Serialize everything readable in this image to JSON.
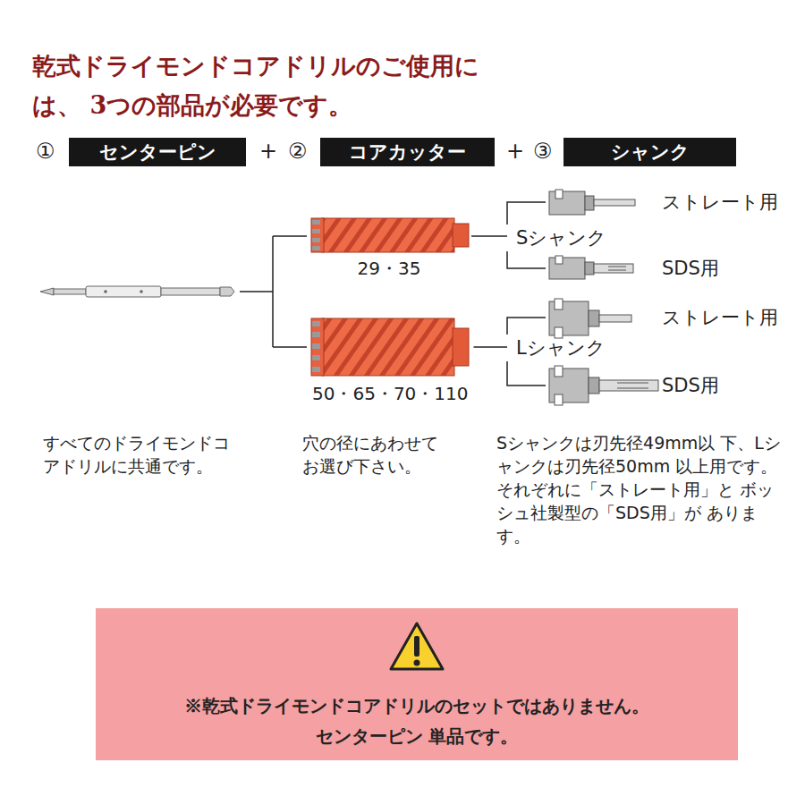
{
  "diagram": {
    "title": "乾式ドライモンドコアドリルのご使用には、 3つの部品が必要です。",
    "nodes": [
      {
        "text": [
          "センターピン"
        ]
      },
      {
        "text": [
          "コアカッター"
        ]
      },
      {
        "text": [
          "シャンク"
        ]
      },
      {
        "text": [
          "29・35"
        ]
      },
      {
        "text": [
          "Sシャンク"
        ]
      },
      {
        "text": [
          "ストレート用"
        ]
      },
      {
        "text": [
          "SDS用"
        ]
      },
      {
        "text": [
          "50・65・70・110"
        ]
      },
      {
        "text": [
          "Lシャンク"
        ]
      },
      {
        "text": [
          "ストレート用"
        ]
      },
      {
        "text": [
          "SDS用"
        ]
      },
      {
        "text": [
          "※乾式ドライモンドコアドリルのセットではありません。",
          "センターピン 単品です。"
        ]
      }
    ],
    "edges": [
      {
        "from": 3,
        "to": 4,
        "arrow": "none"
      },
      {
        "from": 4,
        "to": 5,
        "arrow": "none"
      },
      {
        "from": 4,
        "to": 6,
        "arrow": "none"
      },
      {
        "from": 7,
        "to": 8,
        "arrow": "none"
      },
      {
        "from": 8,
        "to": 9,
        "arrow": "none"
      },
      {
        "from": 8,
        "to": 10,
        "arrow": "none"
      }
    ],
    "labels": [
      "①",
      "+",
      "②",
      "+",
      "③",
      "すべてのドライモンドコ アドリルに共通です。",
      "穴の径にあわせて お選び下さい。",
      "Sシャンクは刃先径49mm以 下、Lシャンクは刃先径50mm 以上用です。",
      "それぞれに「ストレート用」と ボッシュ社製型の「SDS用」が あります。"
    ]
  }
}
